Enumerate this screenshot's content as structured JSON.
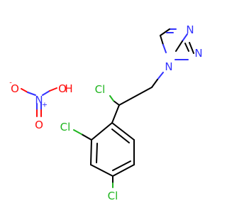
{
  "molecule": {
    "colors": {
      "carbon_bond": "#000000",
      "nitrogen": "#3333ff",
      "chlorine": "#1fb51f",
      "oxygen": "#ff0d0d"
    },
    "atoms": {
      "n1": "N",
      "n2": "N",
      "n4": "N",
      "cl_alpha": "Cl",
      "cl_ortho": "Cl",
      "cl_para": "Cl",
      "nitrate_n": "N",
      "nitrate_n_charge": "+",
      "nitrate_o_minus": "O",
      "nitrate_o_minus_charge": "-",
      "nitrate_o_double": "O",
      "nitrate_oh_o": "O",
      "nitrate_oh_h": "H"
    }
  }
}
